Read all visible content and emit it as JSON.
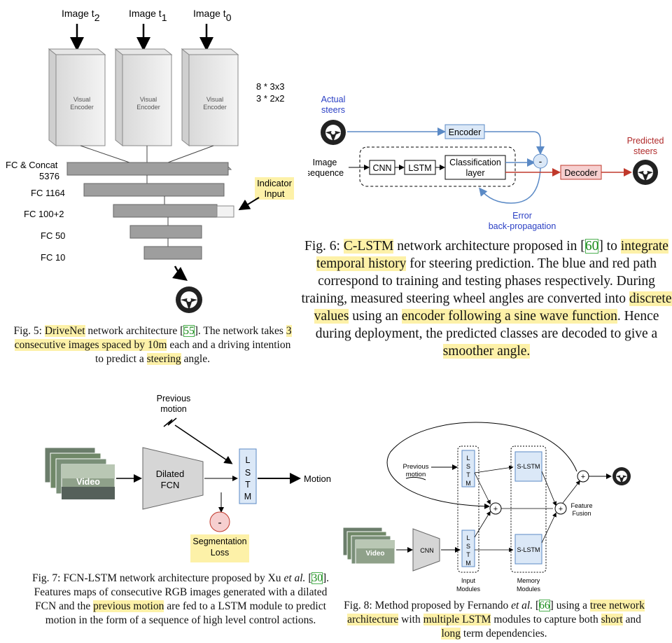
{
  "fig5": {
    "inputs": [
      "Image t",
      "Image t",
      "Image t"
    ],
    "input_subs": [
      "2",
      "1",
      "0"
    ],
    "encoder_label_1": "Visual",
    "encoder_label_2": "Encoder",
    "conv_1": "8 * 3x3",
    "conv_2": "3 * 2x2",
    "layers": [
      "FC & Concat",
      "5376",
      "FC 1164",
      "FC 100+2",
      "FC 50",
      "FC 10"
    ],
    "indicator_1": "Indicator",
    "indicator_2": "Input",
    "caption": {
      "p1": "Fig. 5: ",
      "h1": "DriveNet",
      "p2": " network architecture [",
      "cite": "55",
      "p3": "]. The network takes ",
      "h2": "3 consecutive images spaced by 10m",
      "p4": " each and a driving intention to predict a ",
      "h3": "steering",
      "p5": " angle."
    }
  },
  "fig6": {
    "actual_1": "Actual",
    "actual_2": "steers",
    "encoder": "Encoder",
    "image_seq_1": "Image",
    "image_seq_2": "sequence",
    "cnn": "CNN",
    "lstm": "LSTM",
    "class_1": "Classification",
    "class_2": "layer",
    "minus": "-",
    "decoder": "Decoder",
    "pred_1": "Predicted",
    "pred_2": "steers",
    "err_1": "Error",
    "err_2": "back-propagation",
    "caption": {
      "p1": "Fig. 6: ",
      "h1": "C-LSTM",
      "p2": " network architecture proposed in [",
      "cite": "60",
      "p3": "] to ",
      "h2": "integrate temporal history",
      "p4": " for steering prediction. The blue and red path correspond to training and testing phases respectively. During training, measured steering wheel angles are converted into ",
      "h3": "discrete values",
      "p5": " using an ",
      "h4": "encoder following a sine wave function",
      "p6": ". Hence during deployment, the predicted classes are decoded to give a ",
      "h5": "smoother angle."
    }
  },
  "fig7": {
    "prev_1": "Previous",
    "prev_2": "motion",
    "video": "Video",
    "fcn_1": "Dilated",
    "fcn_2": "FCN",
    "lstm_letters": [
      "L",
      "S",
      "T",
      "M"
    ],
    "motion": "Motion",
    "minus": "-",
    "seg_1": "Segmentation",
    "seg_2": "Loss",
    "caption": {
      "p1": "Fig. 7: FCN-LSTM network architecture proposed by Xu ",
      "em": "et al.",
      "p2": " [",
      "cite": "30",
      "p3": "]. Features maps of consecutive RGB images generated with a dilated FCN and the ",
      "h1": "previous motion",
      "p4": " are fed to a LSTM module to predict motion in the form of a sequence of high level control actions."
    }
  },
  "fig8": {
    "prev_1": "Previous",
    "prev_2": "motion",
    "lstm_letters": [
      "L",
      "S",
      "T",
      "M"
    ],
    "slstm": "S-LSTM",
    "video": "Video",
    "cnn": "CNN",
    "plus": "+",
    "feat_1": "Feature",
    "feat_2": "Fusion",
    "input_1": "Input",
    "input_2": "Modules",
    "mem_1": "Memory",
    "mem_2": "Modules",
    "caption": {
      "p1": "Fig. 8: Method proposed by Fernando ",
      "em": "et al.",
      "p2": " [",
      "cite": "66",
      "p3": "] using a ",
      "h1": "tree network architecture",
      "p4": " with ",
      "h2": "multiple LSTM",
      "p5": " modules to capture both ",
      "h3": "short",
      "p6": " and ",
      "h4": "long",
      "p7": " term dependencies."
    }
  }
}
